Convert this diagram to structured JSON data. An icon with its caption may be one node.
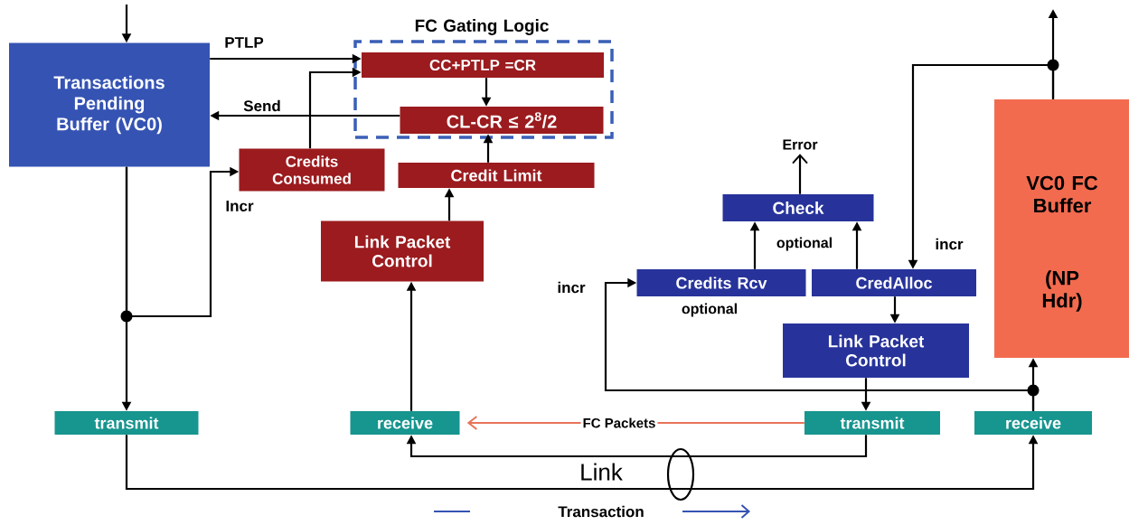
{
  "diagram": {
    "nodes": [
      {
        "text": [
          "Transactions Pending Buffer (VC0)"
        ]
      },
      {
        "text": [
          "FC Gating Logic"
        ]
      },
      {
        "text": [
          "CC+PTLP =CR"
        ],
        "in": 1
      },
      {
        "text": [
          "CL-CR ≤ 2$^{8}$/2"
        ],
        "in": 1
      },
      {
        "text": [
          "Credits Consumed"
        ]
      },
      {
        "text": [
          "Credit Limit"
        ]
      },
      {
        "text": [
          "Link Packet Control"
        ]
      },
      {
        "text": [
          "Check"
        ]
      },
      {
        "text": [
          "Credits Rcv"
        ],
        "beside": [
          "optional"
        ]
      },
      {
        "text": [
          "CredAlloc"
        ]
      },
      {
        "text": [
          "Link Packet Control"
        ]
      },
      {
        "text": [
          "VC0 FC Buffer",
          "(NP Hdr)"
        ]
      },
      {
        "text": [
          "transmit"
        ]
      },
      {
        "text": [
          "receive"
        ]
      },
      {
        "text": [
          "transmit"
        ]
      },
      {
        "text": [
          "receive"
        ]
      },
      {
        "text": [
          "Error"
        ]
      }
    ],
    "edges": [
      {
        "from": null,
        "to": 0,
        "arrow": "to"
      },
      {
        "from": 0,
        "to": 2,
        "arrow": "to",
        "label": "PTLP"
      },
      {
        "from": 4,
        "to": 2,
        "arrow": "to"
      },
      {
        "from": 2,
        "to": 3,
        "arrow": "to"
      },
      {
        "from": 3,
        "to": 0,
        "arrow": "to",
        "label": "Send"
      },
      {
        "from": 5,
        "to": 3,
        "arrow": "to"
      },
      {
        "from": 6,
        "to": 5,
        "arrow": "to"
      },
      {
        "from": 0,
        "to": 12,
        "arrow": "to"
      },
      {
        "from": 0,
        "to": 4,
        "arrow": "to",
        "label": "Incr"
      },
      {
        "from": 13,
        "to": 6,
        "arrow": "to"
      },
      {
        "from": 12,
        "to": 15,
        "arrow": "to"
      },
      {
        "from": 14,
        "to": 13,
        "arrow": "to"
      },
      {
        "from": 14,
        "to": 13,
        "arrow": "to",
        "label": "FC Packets",
        "color": "#e8735a"
      },
      {
        "from": 15,
        "to": 11,
        "arrow": "to"
      },
      {
        "from": 15,
        "to": 8,
        "arrow": "to",
        "label": "incr"
      },
      {
        "from": 11,
        "to": null,
        "arrow": "to"
      },
      {
        "from": 11,
        "to": 9,
        "arrow": "to",
        "label": "incr"
      },
      {
        "from": 8,
        "to": 7,
        "arrow": "to"
      },
      {
        "from": 9,
        "to": 7,
        "arrow": "to"
      },
      {
        "from": 7,
        "to": 16,
        "arrow": "to"
      },
      {
        "from": 9,
        "to": 10,
        "arrow": "to"
      },
      {
        "from": 10,
        "to": 14,
        "arrow": "to"
      }
    ],
    "labels": [
      "optional",
      "Link"
    ],
    "legend": [
      {
        "text": "Transaction"
      }
    ]
  }
}
